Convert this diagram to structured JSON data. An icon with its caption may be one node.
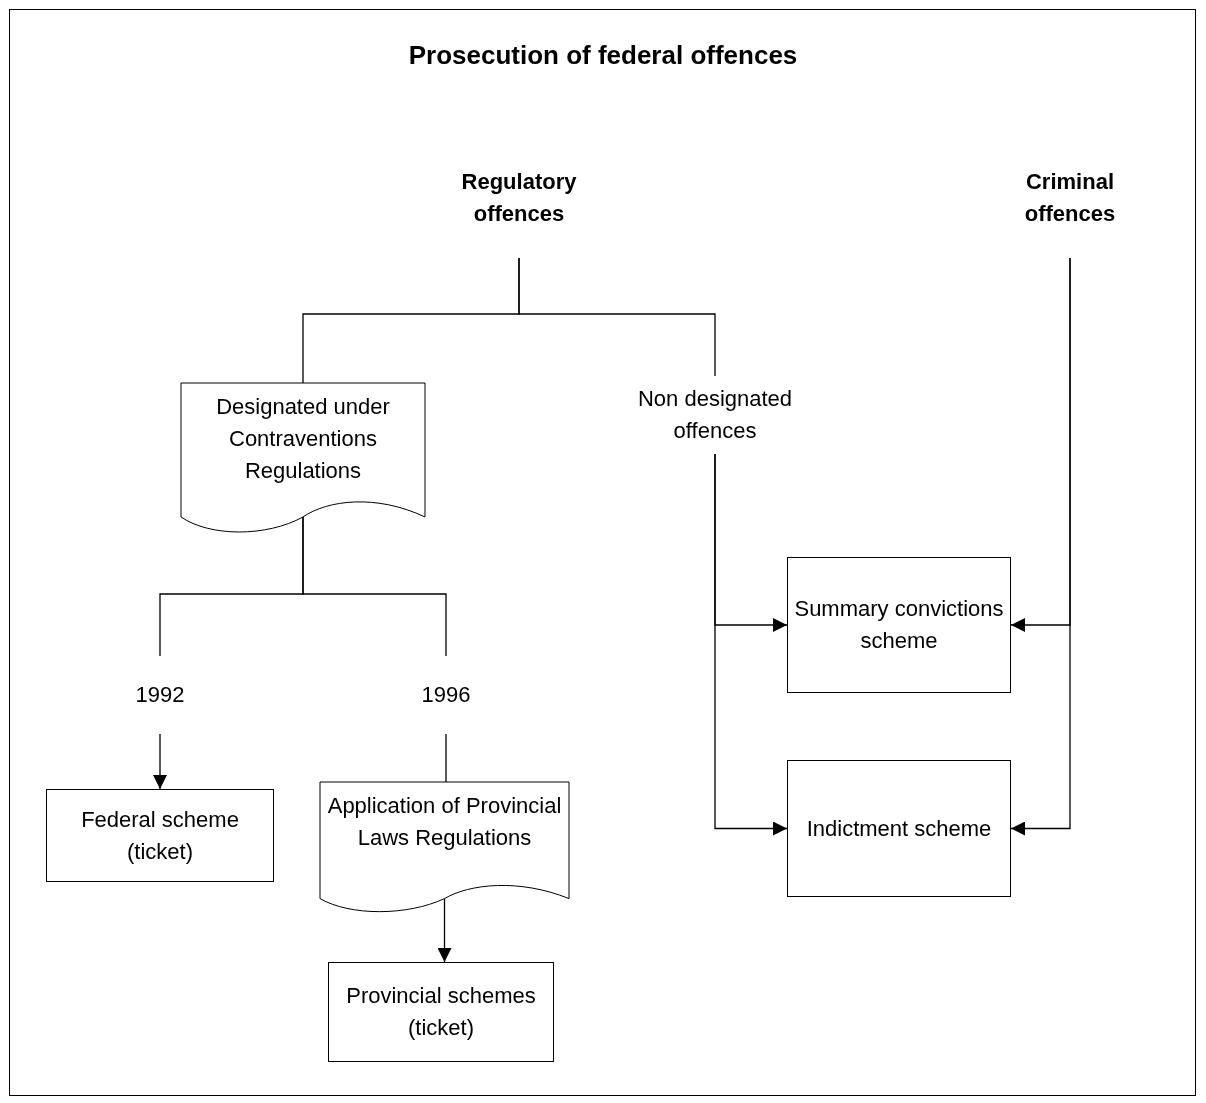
{
  "diagram": {
    "title": "Prosecution of federal offences",
    "nodes": [
      {
        "text": [
          "Regulatory offences"
        ]
      },
      {
        "text": [
          "Criminal offences"
        ]
      },
      {
        "text": [
          "Designated under Contraventions Regulations"
        ]
      },
      {
        "text": [
          "Non designated offences"
        ]
      },
      {
        "text": [
          "1992"
        ]
      },
      {
        "text": [
          "1996"
        ]
      },
      {
        "text": [
          "Federal scheme (ticket)"
        ]
      },
      {
        "text": [
          "Application of Provincial Laws Regulations"
        ]
      },
      {
        "text": [
          "Provincial schemes (ticket)"
        ]
      },
      {
        "text": [
          "Summary convictions scheme"
        ]
      },
      {
        "text": [
          "Indictment scheme"
        ]
      }
    ],
    "edges": [
      {
        "from": 0,
        "to": 2,
        "arrow": "none"
      },
      {
        "from": 0,
        "to": 3,
        "arrow": "none"
      },
      {
        "from": 2,
        "to": 4,
        "arrow": "none"
      },
      {
        "from": 2,
        "to": 5,
        "arrow": "none"
      },
      {
        "from": 4,
        "to": 6,
        "arrow": "to"
      },
      {
        "from": 5,
        "to": 7,
        "arrow": "none"
      },
      {
        "from": 7,
        "to": 8,
        "arrow": "to"
      },
      {
        "from": 3,
        "to": 9,
        "arrow": "to"
      },
      {
        "from": 3,
        "to": 10,
        "arrow": "to"
      },
      {
        "from": 1,
        "to": 9,
        "arrow": "to"
      },
      {
        "from": 1,
        "to": 10,
        "arrow": "to"
      }
    ]
  }
}
